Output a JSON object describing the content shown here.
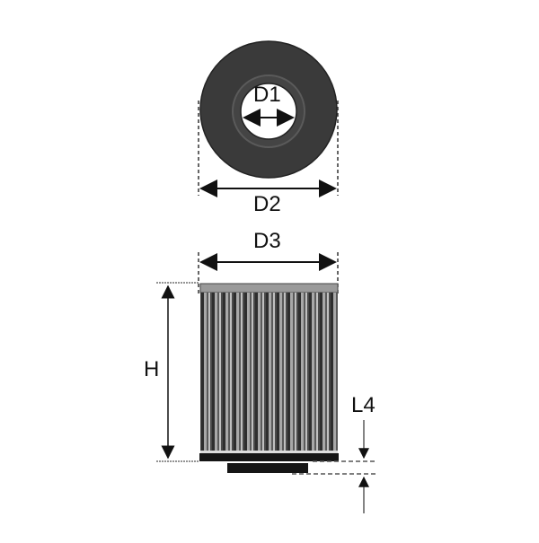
{
  "labels": {
    "d1": "D1",
    "d2": "D2",
    "d3": "D3",
    "h": "H",
    "l4": "L4"
  },
  "colors": {
    "ring_outer": "#3a3a3a",
    "ring_inner_band": "#555555",
    "element_top_cap": "#9a9a9a",
    "pleat_dark": "#2e2e2e",
    "pleat_mid": "#6b6b6b",
    "pleat_light": "#a5a5a5",
    "base_plate": "#151515",
    "line": "#222222"
  }
}
